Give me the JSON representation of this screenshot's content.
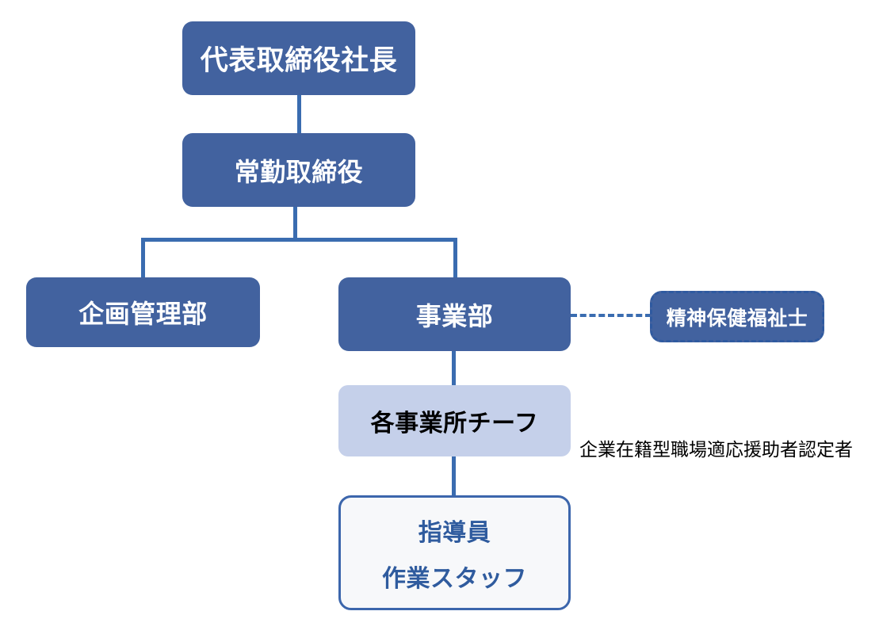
{
  "diagram": {
    "type": "organization-chart",
    "background_color": "#ffffff",
    "colors": {
      "primary_fill": "#42629f",
      "light_fill": "#c5d0ea",
      "outline_fill": "#f7f8fa",
      "connector": "#3a6cb0",
      "outline_border": "#3c66ac",
      "dashed_border": "#2f5aa0",
      "text_on_primary": "#ffffff",
      "text_on_light": "#000000",
      "text_outline_node": "#2f5b9e",
      "annotation_text": "#000000"
    },
    "nodes": {
      "president": {
        "label": "代表取締役社長"
      },
      "executive_director": {
        "label": "常勤取締役"
      },
      "planning_division": {
        "label": "企画管理部"
      },
      "business_division": {
        "label": "事業部"
      },
      "mental_health_worker": {
        "label": "精神保健福祉士"
      },
      "office_chief": {
        "label": "各事業所チーフ"
      },
      "staff": {
        "line1": "指導員",
        "line2": "作業スタッフ"
      }
    },
    "annotations": {
      "job_coach": "企業在籍型職場適応援助者認定者"
    }
  }
}
